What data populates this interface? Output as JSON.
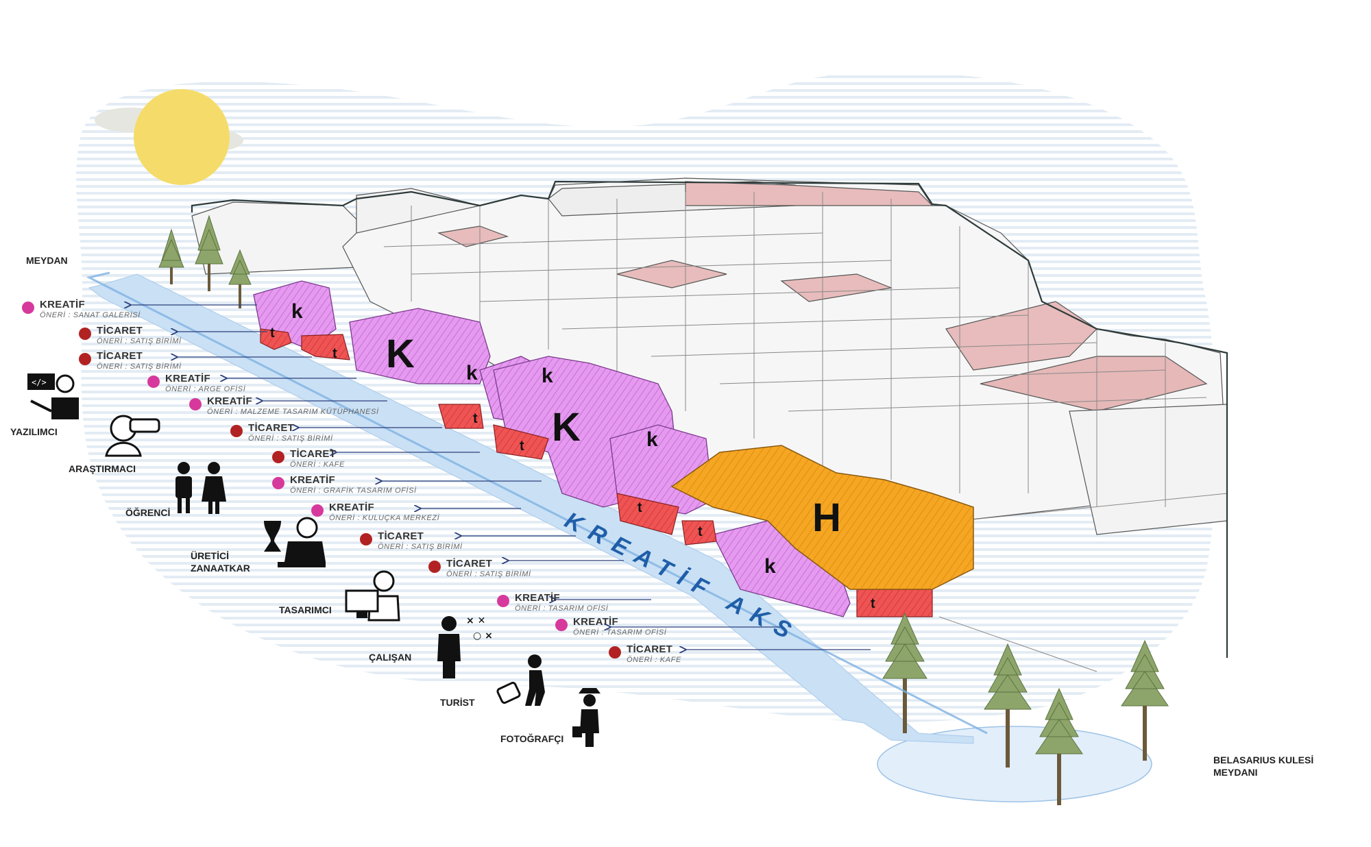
{
  "places": {
    "meydan": "MEYDAN",
    "belasarius_line1": "BELASARIUS KULESİ",
    "belasarius_line2": "MEYDANI"
  },
  "axis_label": "KREATİF AKS",
  "uses": [
    {
      "category": "KREATİF",
      "suggestion": "ÖNERİ : SANAT GALERİSİ",
      "type": "kreatif"
    },
    {
      "category": "TİCARET",
      "suggestion": "ÖNERİ : SATIŞ BİRİMİ",
      "type": "ticaret"
    },
    {
      "category": "TİCARET",
      "suggestion": "ÖNERİ : SATIŞ BİRİMİ",
      "type": "ticaret"
    },
    {
      "category": "KREATİF",
      "suggestion": "ÖNERİ : ARGE OFİSİ",
      "type": "kreatif"
    },
    {
      "category": "KREATİF",
      "suggestion": "ÖNERİ : MALZEME TASARIM KÜTÜPHANESİ",
      "type": "kreatif"
    },
    {
      "category": "TİCARET",
      "suggestion": "ÖNERİ : SATIŞ BİRİMİ",
      "type": "ticaret"
    },
    {
      "category": "TİCARET",
      "suggestion": "ÖNERİ : KAFE",
      "type": "ticaret"
    },
    {
      "category": "KREATİF",
      "suggestion": "ÖNERİ : GRAFİK TASARIM OFİSİ",
      "type": "kreatif"
    },
    {
      "category": "KREATİF",
      "suggestion": "ÖNERİ : KULUÇKA MERKEZİ",
      "type": "kreatif"
    },
    {
      "category": "TİCARET",
      "suggestion": "ÖNERİ : SATIŞ BİRİMİ",
      "type": "ticaret"
    },
    {
      "category": "TİCARET",
      "suggestion": "ÖNERİ : SATIŞ BİRİMİ",
      "type": "ticaret"
    },
    {
      "category": "KREATİF",
      "suggestion": "ÖNERİ : TASARIM OFİSİ",
      "type": "kreatif"
    },
    {
      "category": "KREATİF",
      "suggestion": "ÖNERİ : TASARIM OFİSİ",
      "type": "kreatif"
    },
    {
      "category": "TİCARET",
      "suggestion": "ÖNERİ : KAFE",
      "type": "ticaret"
    }
  ],
  "personas": {
    "yazilimci": "YAZILIMCI",
    "arastirmaci": "ARAŞTIRMACI",
    "ogrenci": "ÖĞRENCİ",
    "uretici_line1": "ÜRETİCİ",
    "uretici_line2": "ZANAATKAR",
    "tasarimci": "TASARIMCI",
    "calisan": "ÇALIŞAN",
    "turist": "TURİST",
    "fotografci": "FOTOĞRAFÇI"
  },
  "building_letters": {
    "k": "k",
    "K": "K",
    "t": "t",
    "H": "H"
  },
  "colors": {
    "kreatif": "#d6399b",
    "ticaret": "#b22222",
    "kreatif_fill": "#e59af0",
    "ticaret_fill": "#ef5454",
    "heritage_fill": "#f5a623",
    "axis_blue": "#1f5ea8"
  },
  "icons": [
    "sun-icon",
    "tree-icon",
    "coder-icon",
    "binoculars-icon",
    "students-icon",
    "tailor-icon",
    "designer-icon",
    "worker-icon",
    "tourist-icon",
    "photographer-icon"
  ]
}
